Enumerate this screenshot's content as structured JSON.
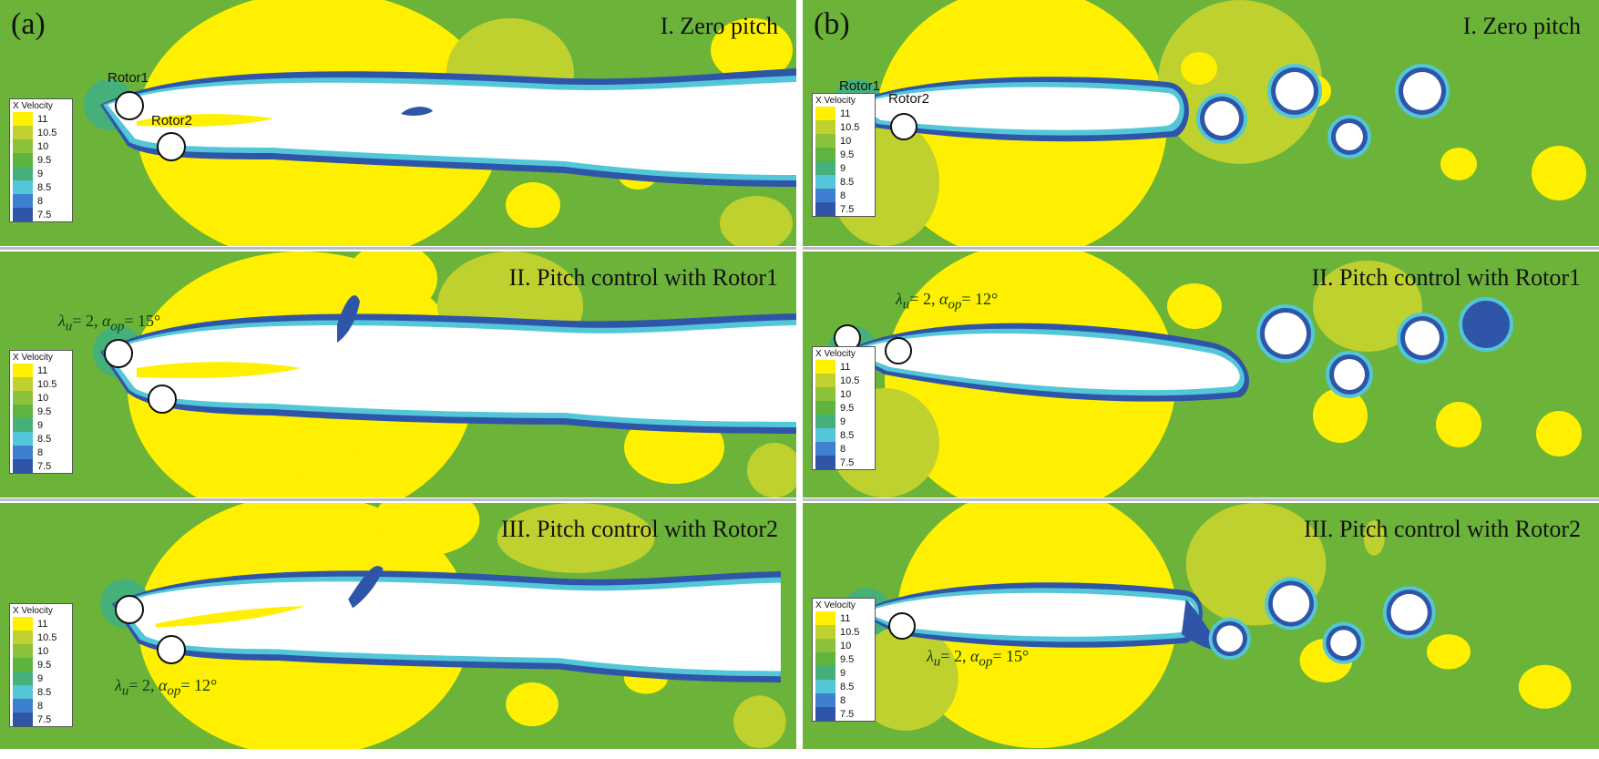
{
  "columns": [
    {
      "label": "(a)",
      "panels": [
        {
          "title": "I. Zero pitch",
          "rotor1_label": "Rotor1",
          "rotor2_label": "Rotor2",
          "control": null
        },
        {
          "title": "II. Pitch control with Rotor1",
          "rotor1_label": "",
          "rotor2_label": "",
          "control": {
            "lambda": "λu = 2, αop = 15°",
            "lam_sym": "λ",
            "lam_sub": "u",
            "eq1": "= 2, ",
            "alpha_sym": "α",
            "alpha_sub": "op",
            "eq2": "= 15°"
          }
        },
        {
          "title": "III. Pitch control with Rotor2",
          "rotor1_label": "",
          "rotor2_label": "",
          "control": {
            "lambda": "λu = 2, αop = 12°",
            "lam_sym": "λ",
            "lam_sub": "u",
            "eq1": "= 2, ",
            "alpha_sym": "α",
            "alpha_sub": "op",
            "eq2": "= 12°"
          }
        }
      ]
    },
    {
      "label": "(b)",
      "panels": [
        {
          "title": "I. Zero pitch",
          "rotor1_label": "Rotor1",
          "rotor2_label": "Rotor2",
          "control": null
        },
        {
          "title": "II. Pitch control with Rotor1",
          "rotor1_label": "",
          "rotor2_label": "",
          "control": {
            "lambda": "λu = 2, αop = 12°",
            "lam_sym": "λ",
            "lam_sub": "u",
            "eq1": "= 2, ",
            "alpha_sym": "α",
            "alpha_sub": "op",
            "eq2": "= 12°"
          }
        },
        {
          "title": "III. Pitch control with Rotor2",
          "rotor1_label": "",
          "rotor2_label": "",
          "control": {
            "lambda": "λu = 2, αop = 15°",
            "lam_sym": "λ",
            "lam_sub": "u",
            "eq1": "= 2, ",
            "alpha_sym": "α",
            "alpha_sub": "op",
            "eq2": "= 15°"
          }
        }
      ]
    }
  ],
  "legend": {
    "title": "X Velocity",
    "levels": [
      "11",
      "10.5",
      "10",
      "9.5",
      "9",
      "8.5",
      "8",
      "7.5"
    ],
    "colors": [
      "#ffef00",
      "#bfd12f",
      "#8cc23a",
      "#5fb43f",
      "#45b07a",
      "#53c7d8",
      "#3f7fcf",
      "#2f55a8"
    ]
  },
  "colors": {
    "background_field": "#6cb33a",
    "high_velocity": "#ffef00",
    "mid_high": "#bfd12f",
    "wake_edge_light": "#53c7d8",
    "wake_edge_dark": "#2f55a8",
    "wake_core": "#ffffff"
  }
}
